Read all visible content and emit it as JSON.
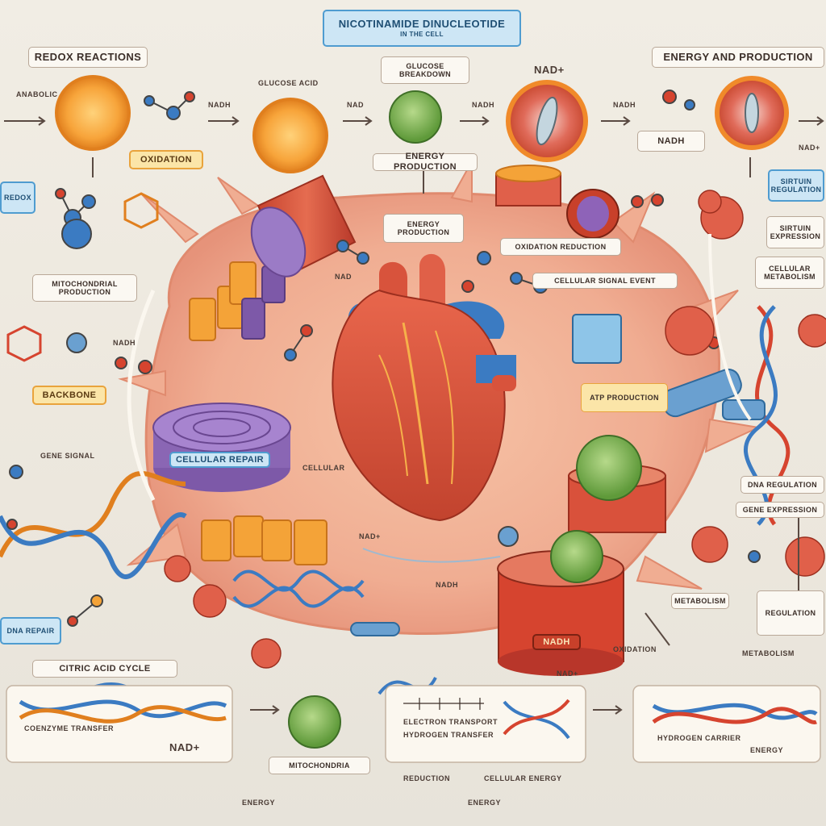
{
  "title_box": {
    "line1": "NICOTINAMIDE DINUCLEOTIDE",
    "line2": "IN THE CELL",
    "colors": {
      "fill": "#cde6f5",
      "border": "#4f9cd0"
    }
  },
  "labels": {
    "redox_reactions": "REDOX REACTIONS",
    "energy_production_top": "ENERGY AND PRODUCTION",
    "nad_top": "NAD+",
    "nadh_box": "NADH",
    "energy_production_center": "ENERGY PRODUCTION",
    "glucose_breakdown": "GLUCOSE BREAKDOWN",
    "oxidation_left": "OXIDATION",
    "oxidation_reduction": "OXIDATION REDUCTION",
    "cellular_signal": "CELLULAR SIGNAL EVENT",
    "cellular_repair": "CELLULAR REPAIR",
    "atp_production": "ATP PRODUCTION",
    "energy_production_center2": "ENERGY PRODUCTION",
    "mitochondrial_production": "MITOCHONDRIAL PRODUCTION",
    "backbone": "BACKBONE",
    "gene_signal": "GENE SIGNAL",
    "dna_repair": "DNA REPAIR",
    "dna_regulation": "DNA REGULATION",
    "sirtuin_regulation": "SIRTUIN REGULATION",
    "sirtuin_expression": "SIRTUIN EXPRESSION",
    "cellular_metabolism": "CELLULAR METABOLISM",
    "metabolism_right": "METABOLISM",
    "regulation_right": "REGULATION",
    "citric_acid_cycle": "CITRIC ACID CYCLE",
    "nad_plus_bottom": "NAD+",
    "cofactor_text": "COENZYME TRANSFER",
    "electron_transport": "ELECTRON TRANSPORT",
    "hydrogen_transfer": "HYDROGEN TRANSFER",
    "hydrogen_carrier": "HYDROGEN CARRIER",
    "energy": "ENERGY",
    "oxidation_bottom": "OXIDATION",
    "reduction_bottom": "REDUCTION",
    "nadh_dark": "NADH",
    "mitochondria": "MITOCHONDRIA",
    "metabolism_bottom_right": "METABOLISM",
    "anabolic_left": "ANABOLIC",
    "nadh_small": "NADH",
    "gene_expression": "GENE EXPRESSION",
    "nadh_arrow1": "NADH",
    "nad_arrow1": "NAD",
    "nadh_arrow2": "NADH",
    "nadh_arrow3": "NADH",
    "glucose_acid": "GLUCOSE ACID",
    "nad_right": "NAD+",
    "nad_bottom1": "NAD+",
    "nad_bottom2": "NAD+",
    "nad_mid": "NAD",
    "redox_left": "REDOX",
    "nadh_left": "NADH",
    "cellular_energy": "CELLULAR ENERGY",
    "energy_mid": "ENERGY",
    "cellular_bottom": "CELLULAR",
    "energy_bottom": "ENERGY"
  }
}
